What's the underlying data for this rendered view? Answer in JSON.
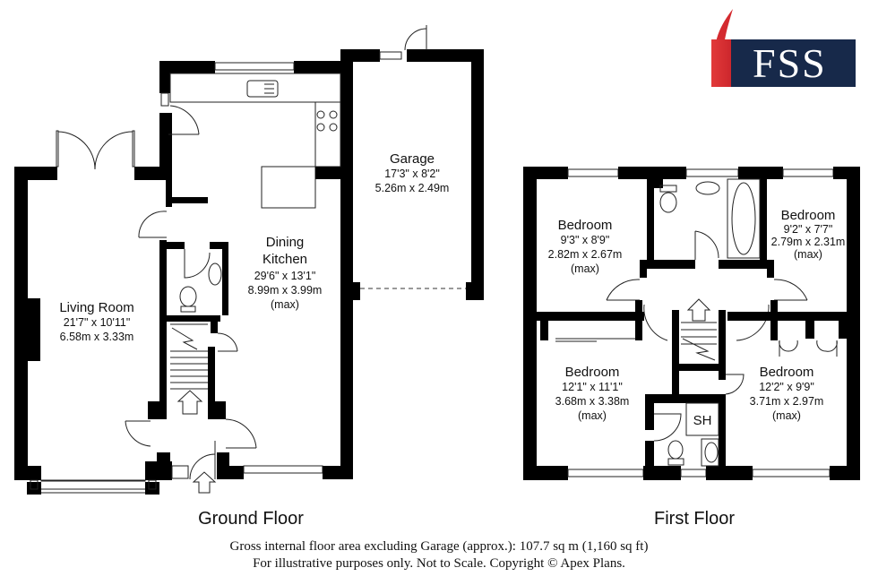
{
  "brand": {
    "logo_text": "FSS",
    "colors": {
      "navy": "#17294a",
      "red": "#d42a2f"
    }
  },
  "ground_floor": {
    "label": "Ground Floor",
    "rooms": [
      {
        "name": "Living Room",
        "imperial": "21'7\" x 10'11\"",
        "metric": "6.58m x 3.33m",
        "note": ""
      },
      {
        "name_line1": "Dining",
        "name_line2": "Kitchen",
        "imperial": "29'6\" x 13'1\"",
        "metric": "8.99m x 3.99m",
        "note": "(max)"
      },
      {
        "name": "Garage",
        "imperial": "17'3\" x 8'2\"",
        "metric": "5.26m x 2.49m",
        "note": ""
      }
    ]
  },
  "first_floor": {
    "label": "First Floor",
    "rooms": [
      {
        "name": "Bedroom",
        "imperial": "9'3\" x 8'9\"",
        "metric": "2.82m x 2.67m",
        "note": "(max)"
      },
      {
        "name": "Bedroom",
        "imperial": "9'2\" x 7'7\"",
        "metric": "2.79m x 2.31m",
        "note": "(max)"
      },
      {
        "name": "Bedroom",
        "imperial": "12'1\" x 11'1\"",
        "metric": "3.68m x 3.38m",
        "note": "(max)"
      },
      {
        "name": "Bedroom",
        "imperial": "12'2\" x 9'9\"",
        "metric": "3.71m x 2.97m",
        "note": "(max)"
      }
    ],
    "shower_label": "SH"
  },
  "footer": {
    "line1": "Gross internal floor area excluding Garage (approx.): 107.7 sq m (1,160 sq ft)",
    "line2": "For illustrative purposes only. Not to Scale. Copyright © Apex Plans."
  }
}
